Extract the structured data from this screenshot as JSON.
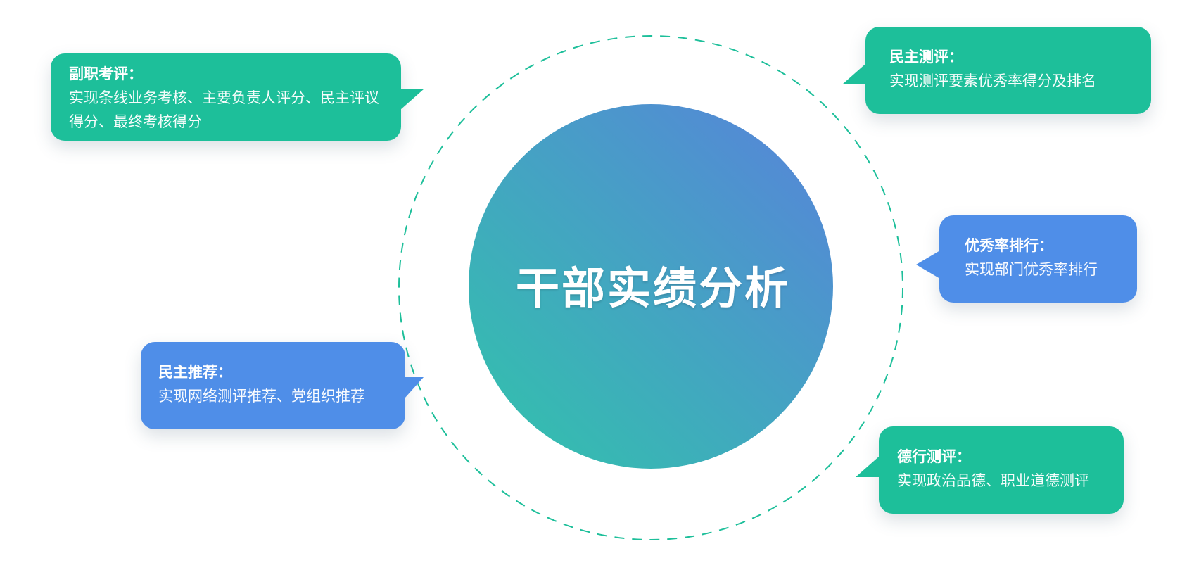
{
  "diagram": {
    "center_title": "干部实绩分析",
    "colors": {
      "green": "#1dbf9a",
      "blue": "#4f8ee8",
      "circle_gradient_start": "#35bcb0",
      "circle_gradient_end": "#5489d6",
      "dashed_ring": "#1dbf9a"
    },
    "callouts": [
      {
        "title": "副职考评：",
        "description": "实现条线业务考核、主要负责人评分、民主评议得分、最终考核得分",
        "color": "green"
      },
      {
        "title": "民主测评：",
        "description": "实现测评要素优秀率得分及排名",
        "color": "green"
      },
      {
        "title": "优秀率排行：",
        "description": "实现部门优秀率排行",
        "color": "blue"
      },
      {
        "title": "民主推荐：",
        "description": "实现网络测评推荐、党组织推荐",
        "color": "blue"
      },
      {
        "title": "德行测评：",
        "description": "实现政治品德、职业道德测评",
        "color": "green"
      }
    ]
  }
}
